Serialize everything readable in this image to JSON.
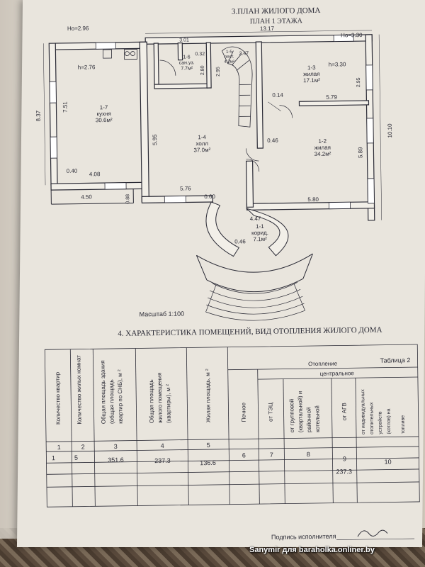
{
  "header": {
    "section_title": "3.ПЛАН ЖИЛОГО ДОМА",
    "floor_title": "ПЛАН 1 ЭТАЖА"
  },
  "plan": {
    "dims": {
      "ho_left": "Ho=2.96",
      "ho_right": "Ho=3.30",
      "top_width": "13.17",
      "h_kitchen": "h=2.76",
      "h_living": "h=3.30",
      "d_301": "3.01",
      "d_032": "0.32",
      "d_280": "2.80",
      "d_295a": "2.95",
      "d_247": "2.47",
      "d_295b": "2.95",
      "d_837": "8.37",
      "d_751": "7.51",
      "d_014": "0.14",
      "d_579": "5.79",
      "d_1010": "10.10",
      "d_595": "5.95",
      "d_046a": "0.46",
      "d_589": "5.89",
      "d_040": "0.40",
      "d_408": "4.08",
      "d_450": "4.50",
      "d_088": "0.88",
      "d_576": "5.76",
      "d_060": "0.60",
      "d_580": "5.80",
      "d_447": "4.47",
      "d_046b": "0.46"
    },
    "rooms": {
      "r13_num": "1-3",
      "r13_name": "жилая",
      "r13_area": "17.1м²",
      "r16_num": "1-6",
      "r16_name": "сан.уз.",
      "r16_area": "7.7м²",
      "r15_num": "1-5",
      "r15_name": "лест.",
      "r15_area": "4.2м²",
      "r17_num": "1-7",
      "r17_name": "кухня",
      "r17_area": "30.6м²",
      "r14_num": "1-4",
      "r14_name": "холл",
      "r14_area": "37.0м²",
      "r12_num": "1-2",
      "r12_name": "жилая",
      "r12_area": "34.2м²",
      "r11_num": "1-1",
      "r11_name": "корид.",
      "r11_area": "7.1м²"
    },
    "scale": "Масштаб 1:100"
  },
  "section4": {
    "title": "4. ХАРАКТЕРИСТИКА ПОМЕЩЕНИЙ, ВИД ОТОПЛЕНИЯ ЖИЛОГО ДОМА",
    "table_label": "Таблица 2",
    "headers": {
      "c1": "Количество квартир",
      "c2": "Количество жилых комнат",
      "c3a": "Общая площадь здания",
      "c3b": "(общая площадь",
      "c3c": "квартир по СНБ), м ²",
      "c4a": "Общая площадь",
      "c4b": "жилого помещения",
      "c4c": "(квартиры), м ²",
      "c5": "Жилая площадь, м ²",
      "heating": "Отопление",
      "central": "центральное",
      "c6": "Печное",
      "c7": "от ТЭЦ",
      "c8a": "от групповой",
      "c8b": "(квартальной) и",
      "c8c": "районной",
      "c8d": "котельной",
      "c9": "от АГВ",
      "c10a": "от индивидуальных",
      "c10b": "отопительных",
      "c10c": "устройств",
      "c10d": "(котлов) на",
      "c10e": "топливе"
    },
    "col_numbers": [
      "1",
      "2",
      "3",
      "4",
      "5",
      "6",
      "7",
      "8",
      "9",
      "10"
    ],
    "row1": [
      "1",
      "5",
      "351.6",
      "237.3",
      "136.6"
    ],
    "row2_c9": "237.3",
    "signature_label": "Подпись исполнителя"
  },
  "watermark": "Sanymir для baraholka.onliner.by"
}
